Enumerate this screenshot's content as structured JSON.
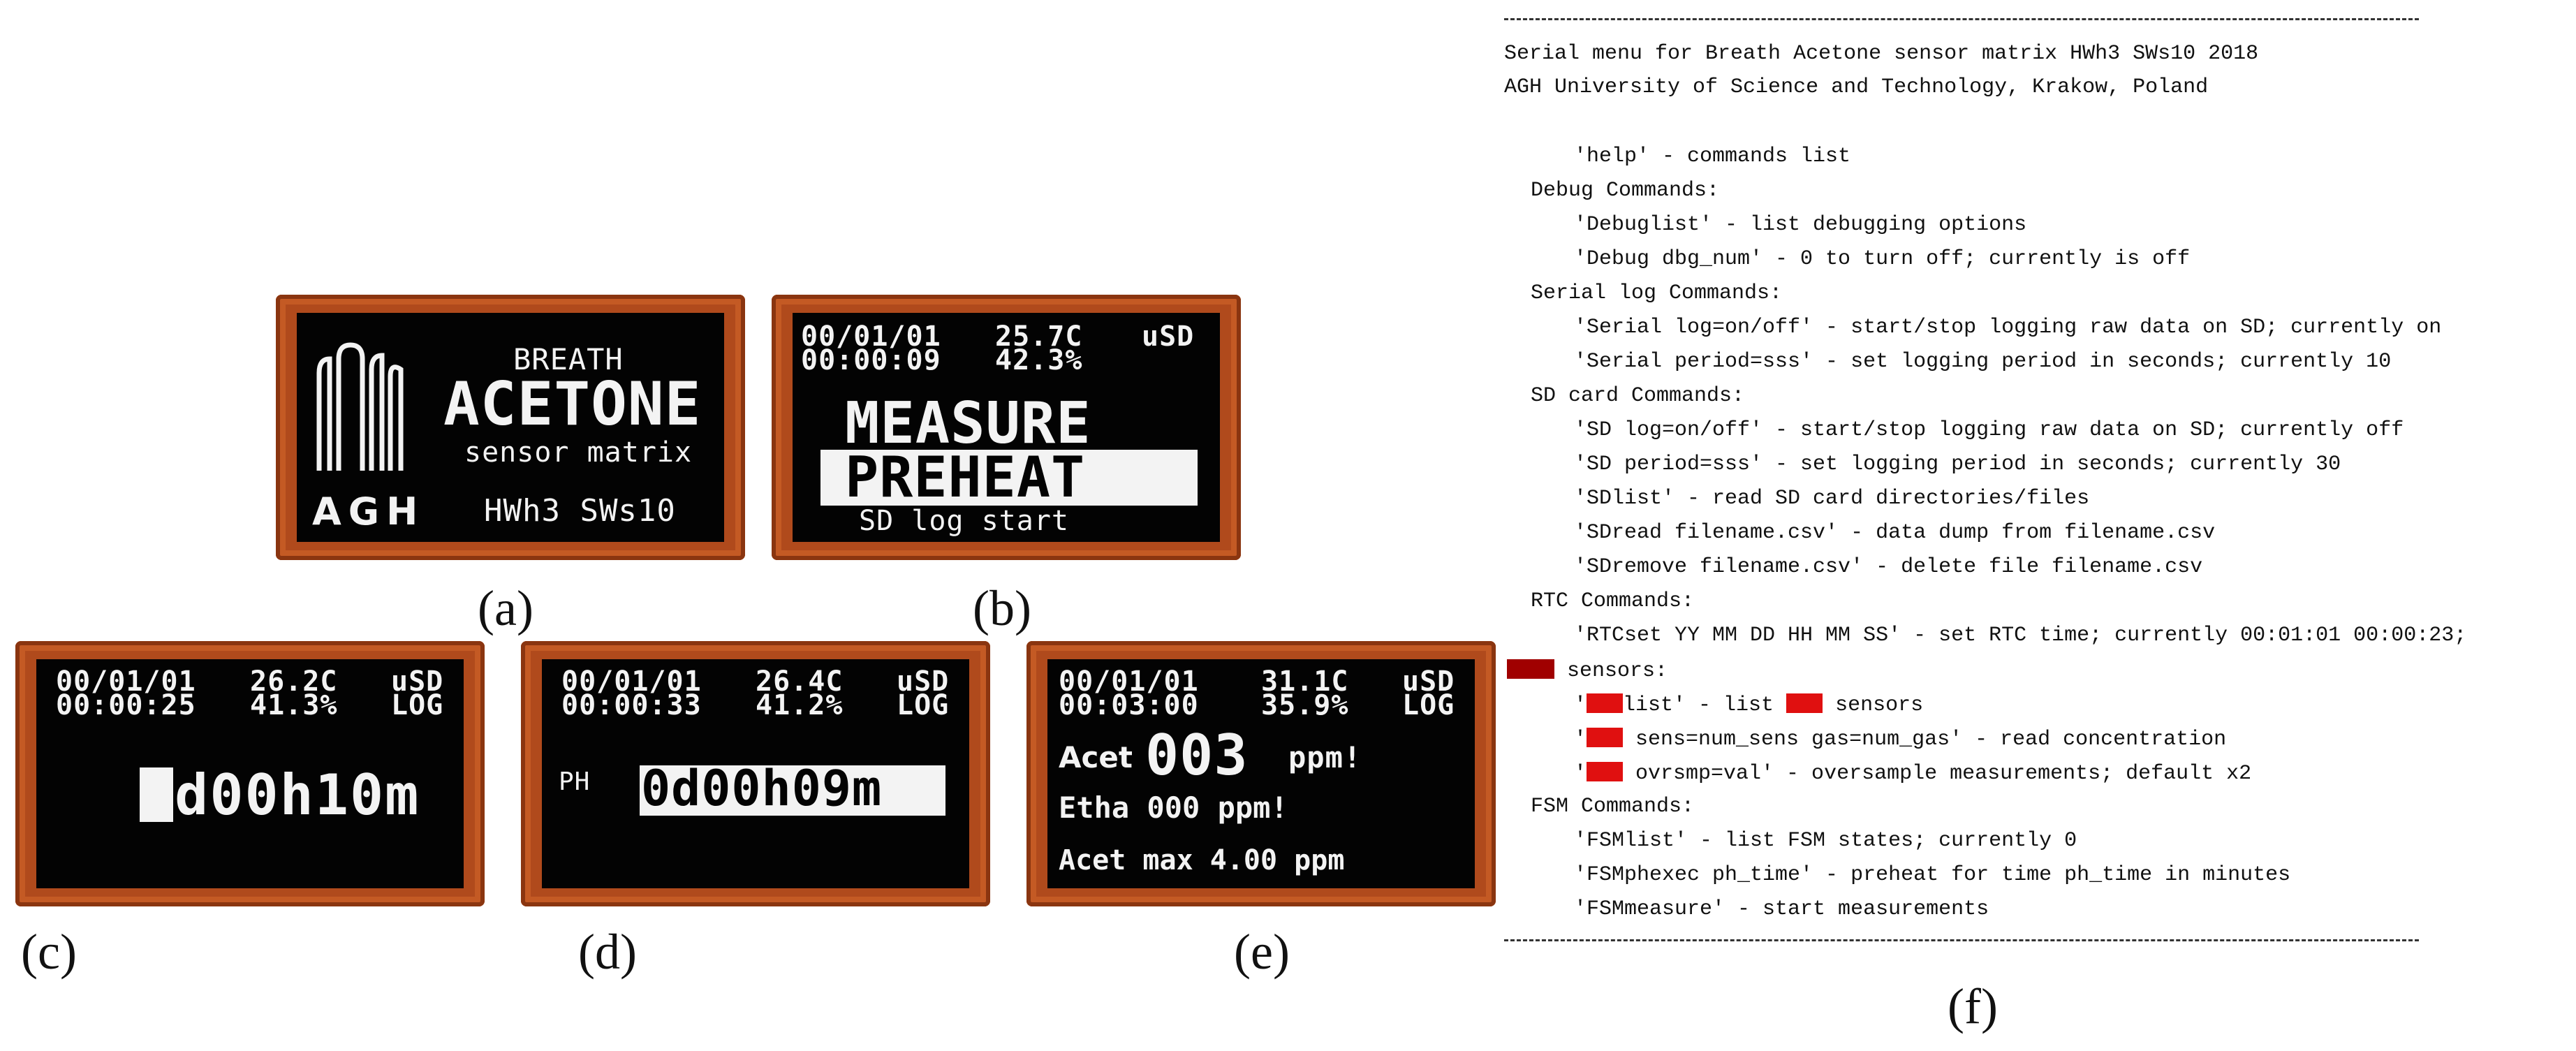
{
  "panels": {
    "a": {
      "label": "(a)",
      "breath": "BREATH",
      "acetone": "ACETONE",
      "sensor_matrix": "sensor matrix",
      "logo": "AGH",
      "version": "HWh3 SWs10"
    },
    "b": {
      "label": "(b)",
      "date": "00/01/01",
      "temp": "25.7C",
      "usd": "uSD",
      "time": "00:00:09",
      "humidity": "42.3%",
      "menu_measure": "MEASURE",
      "menu_preheat": "PREHEAT",
      "menu_sdlog": "SD log start"
    },
    "c": {
      "label": "(c)",
      "date": "00/01/01",
      "temp": "26.2C",
      "usd": "uSD",
      "time": "00:00:25",
      "humidity": "41.3%",
      "log": "LOG",
      "timer": "0d00h10m"
    },
    "d": {
      "label": "(d)",
      "date": "00/01/01",
      "temp": "26.4C",
      "usd": "uSD",
      "time": "00:00:33",
      "humidity": "41.2%",
      "log": "LOG",
      "ph": "PH",
      "timer": "0d00h09m"
    },
    "e": {
      "label": "(e)",
      "date": "00/01/01",
      "temp": "31.1C",
      "usd": "uSD",
      "time": "00:03:00",
      "humidity": "35.9%",
      "log": "LOG",
      "acet_label": "Acet",
      "acet_value": "003",
      "acet_unit": "ppm!",
      "etha_line": "Etha 000 ppm!",
      "acet_max_line": "Acet max 4.00 ppm"
    }
  },
  "terminal": {
    "label": "(f)",
    "title1": "Serial menu for Breath Acetone sensor matrix HWh3 SWs10 2018",
    "title2": "AGH University of Science and Technology, Krakow, Poland",
    "help": "'help' - commands list",
    "debug_header": "Debug Commands:",
    "debug1": "'Debuglist' - list debugging options",
    "debug2": "'Debug dbg_num' - 0 to turn off; currently is off",
    "serial_header": "Serial log Commands:",
    "serial1": "'Serial log=on/off' - start/stop logging raw data on SD; currently on",
    "serial2": "'Serial period=sss' - set logging period in seconds; currently 10",
    "sd_header": "SD card Commands:",
    "sd1": "'SD log=on/off' - start/stop logging raw data on SD; currently off",
    "sd2": "'SD period=sss' - set logging period in seconds; currently 30",
    "sd3": "'SDlist' - read SD card directories/files",
    "sd4": "'SDread filename.csv' - data dump from filename.csv",
    "sd5": "'SDremove filename.csv' - delete file filename.csv",
    "rtc_header": "RTC Commands:",
    "rtc1": "'RTCset YY MM DD HH MM SS' - set RTC time; currently 00:01:01 00:00:23;",
    "sensors_header": " sensors:",
    "sens1_a": "list' - list ",
    "sens1_b": " sensors",
    "sens2": " sens=num_sens gas=num_gas' - read concentration",
    "sens3": " ovrsmp=val' - oversample measurements; default x2",
    "fsm_header": "FSM Commands:",
    "fsm1": "'FSMlist' - list FSM states; currently 0",
    "fsm2": "'FSMphexec ph_time' - preheat for time ph_time in minutes",
    "fsm3": "'FSMmeasure' - start measurements",
    "quote": "'"
  }
}
